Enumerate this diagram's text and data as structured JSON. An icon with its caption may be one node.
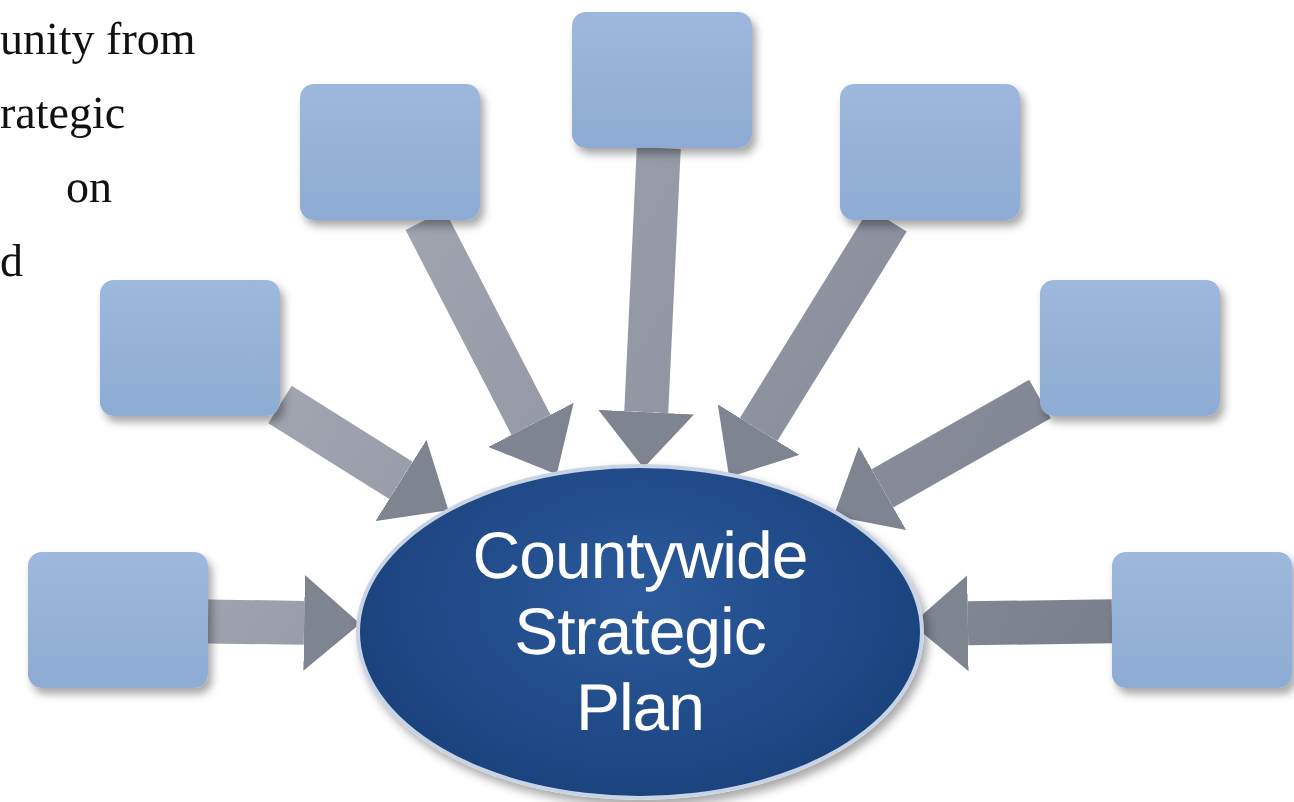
{
  "diagram": {
    "nodes": [
      {
        "text": [],
        "shape": "box"
      },
      {
        "text": [],
        "shape": "box"
      },
      {
        "text": [],
        "shape": "box"
      },
      {
        "text": [],
        "shape": "box"
      },
      {
        "text": [],
        "shape": "box"
      },
      {
        "text": [],
        "shape": "box"
      },
      {
        "text": [],
        "shape": "box"
      },
      {
        "text": [
          "Countywide Strategic Plan"
        ]
      }
    ],
    "edges": [
      {
        "from": 0,
        "to": 7,
        "arrow": "to",
        "style": "thick"
      },
      {
        "from": 1,
        "to": 7,
        "arrow": "to",
        "style": "thick"
      },
      {
        "from": 2,
        "to": 7,
        "arrow": "to",
        "style": "thick"
      },
      {
        "from": 3,
        "to": 7,
        "arrow": "to",
        "style": "thick"
      },
      {
        "from": 4,
        "to": 7,
        "arrow": "to",
        "style": "thick"
      },
      {
        "from": 5,
        "to": 7,
        "arrow": "to",
        "style": "thick"
      },
      {
        "from": 6,
        "to": 7,
        "arrow": "to",
        "style": "thick"
      }
    ],
    "labels": [
      "unity from",
      "rategic",
      "on",
      "d"
    ]
  }
}
